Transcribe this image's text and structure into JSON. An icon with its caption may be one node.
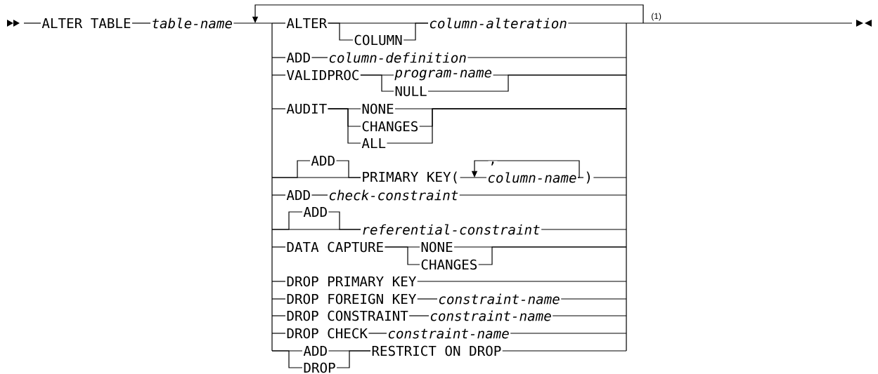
{
  "diagram": {
    "nodes": [
      {
        "text": [
          "ALTER TABLE"
        ]
      },
      {
        "text": [
          "table-name"
        ]
      },
      {
        "text": [
          "ALTER"
        ]
      },
      {
        "text": [
          "COLUMN"
        ]
      },
      {
        "text": [
          "column-alteration"
        ]
      },
      {
        "text": [
          "ADD"
        ]
      },
      {
        "text": [
          "column-definition"
        ]
      },
      {
        "text": [
          "VALIDPROC"
        ]
      },
      {
        "text": [
          "program-name"
        ]
      },
      {
        "text": [
          "NULL"
        ]
      },
      {
        "text": [
          "AUDIT"
        ]
      },
      {
        "text": [
          "NONE"
        ]
      },
      {
        "text": [
          "CHANGES"
        ]
      },
      {
        "text": [
          "ALL"
        ]
      },
      {
        "text": [
          "ADD"
        ]
      },
      {
        "text": [
          "PRIMARY KEY("
        ]
      },
      {
        "text": [
          "column-name"
        ]
      },
      {
        "text": [
          ")"
        ]
      },
      {
        "text": [
          "ADD"
        ]
      },
      {
        "text": [
          "check-constraint"
        ]
      },
      {
        "text": [
          "ADD"
        ]
      },
      {
        "text": [
          "referential-constraint"
        ]
      },
      {
        "text": [
          "DATA CAPTURE"
        ]
      },
      {
        "text": [
          "NONE"
        ]
      },
      {
        "text": [
          "CHANGES"
        ]
      },
      {
        "text": [
          "DROP PRIMARY KEY"
        ]
      },
      {
        "text": [
          "DROP FOREIGN KEY"
        ]
      },
      {
        "text": [
          "constraint-name"
        ]
      },
      {
        "text": [
          "DROP CONSTRAINT"
        ]
      },
      {
        "text": [
          "constraint-name"
        ]
      },
      {
        "text": [
          "DROP CHECK"
        ]
      },
      {
        "text": [
          "constraint-name"
        ]
      },
      {
        "text": [
          "ADD"
        ]
      },
      {
        "text": [
          "DROP"
        ]
      },
      {
        "text": [
          "RESTRICT ON DROP"
        ]
      },
      {
        "text": [],
        "shape": "bar"
      },
      {
        "text": [],
        "shape": "bar"
      }
    ],
    "edges": [
      {
        "from": null,
        "to": 0,
        "arrow": "none"
      },
      {
        "from": 0,
        "to": 1,
        "arrow": "none"
      },
      {
        "from": 1,
        "to": 35,
        "arrow": "none"
      },
      {
        "from": 35,
        "to": 2,
        "arrow": "none"
      },
      {
        "from": 2,
        "to": 4,
        "arrow": "none"
      },
      {
        "from": 2,
        "to": 3,
        "arrow": "none"
      },
      {
        "from": 3,
        "to": 4,
        "arrow": "none"
      },
      {
        "from": 4,
        "to": 36,
        "arrow": "none"
      },
      {
        "from": 35,
        "to": 5,
        "arrow": "none"
      },
      {
        "from": 5,
        "to": 6,
        "arrow": "none"
      },
      {
        "from": 6,
        "to": 36,
        "arrow": "none"
      },
      {
        "from": 35,
        "to": 7,
        "arrow": "none"
      },
      {
        "from": 7,
        "to": 8,
        "arrow": "none"
      },
      {
        "from": 7,
        "to": 9,
        "arrow": "none"
      },
      {
        "from": 8,
        "to": 36,
        "arrow": "none"
      },
      {
        "from": 9,
        "to": 36,
        "arrow": "none"
      },
      {
        "from": 35,
        "to": 10,
        "arrow": "none"
      },
      {
        "from": 10,
        "to": 11,
        "arrow": "none"
      },
      {
        "from": 10,
        "to": 12,
        "arrow": "none"
      },
      {
        "from": 10,
        "to": 13,
        "arrow": "none"
      },
      {
        "from": 11,
        "to": 36,
        "arrow": "none"
      },
      {
        "from": 12,
        "to": 36,
        "arrow": "none"
      },
      {
        "from": 13,
        "to": 36,
        "arrow": "none"
      },
      {
        "from": 35,
        "to": 14,
        "arrow": "none"
      },
      {
        "from": 35,
        "to": 15,
        "arrow": "none"
      },
      {
        "from": 14,
        "to": 15,
        "arrow": "none"
      },
      {
        "from": 15,
        "to": 16,
        "arrow": "none"
      },
      {
        "from": 16,
        "to": 17,
        "arrow": "none"
      },
      {
        "from": 17,
        "to": 36,
        "arrow": "none"
      },
      {
        "from": 35,
        "to": 18,
        "arrow": "none"
      },
      {
        "from": 18,
        "to": 19,
        "arrow": "none"
      },
      {
        "from": 19,
        "to": 36,
        "arrow": "none"
      },
      {
        "from": 35,
        "to": 20,
        "arrow": "none"
      },
      {
        "from": 35,
        "to": 21,
        "arrow": "none"
      },
      {
        "from": 20,
        "to": 21,
        "arrow": "none"
      },
      {
        "from": 21,
        "to": 36,
        "arrow": "none"
      },
      {
        "from": 35,
        "to": 22,
        "arrow": "none"
      },
      {
        "from": 22,
        "to": 23,
        "arrow": "none"
      },
      {
        "from": 22,
        "to": 24,
        "arrow": "none"
      },
      {
        "from": 23,
        "to": 36,
        "arrow": "none"
      },
      {
        "from": 24,
        "to": 36,
        "arrow": "none"
      },
      {
        "from": 35,
        "to": 25,
        "arrow": "none"
      },
      {
        "from": 25,
        "to": 36,
        "arrow": "none"
      },
      {
        "from": 35,
        "to": 26,
        "arrow": "none"
      },
      {
        "from": 26,
        "to": 27,
        "arrow": "none"
      },
      {
        "from": 27,
        "to": 36,
        "arrow": "none"
      },
      {
        "from": 35,
        "to": 28,
        "arrow": "none"
      },
      {
        "from": 28,
        "to": 29,
        "arrow": "none"
      },
      {
        "from": 29,
        "to": 36,
        "arrow": "none"
      },
      {
        "from": 35,
        "to": 30,
        "arrow": "none"
      },
      {
        "from": 30,
        "to": 31,
        "arrow": "none"
      },
      {
        "from": 31,
        "to": 36,
        "arrow": "none"
      },
      {
        "from": 35,
        "to": 32,
        "arrow": "none"
      },
      {
        "from": 35,
        "to": 33,
        "arrow": "none"
      },
      {
        "from": 32,
        "to": 34,
        "arrow": "none"
      },
      {
        "from": 33,
        "to": 34,
        "arrow": "none"
      },
      {
        "from": 34,
        "to": 36,
        "arrow": "none"
      },
      {
        "from": 36,
        "to": null,
        "arrow": "none"
      }
    ],
    "labels": [
      ",",
      "(1)"
    ]
  }
}
